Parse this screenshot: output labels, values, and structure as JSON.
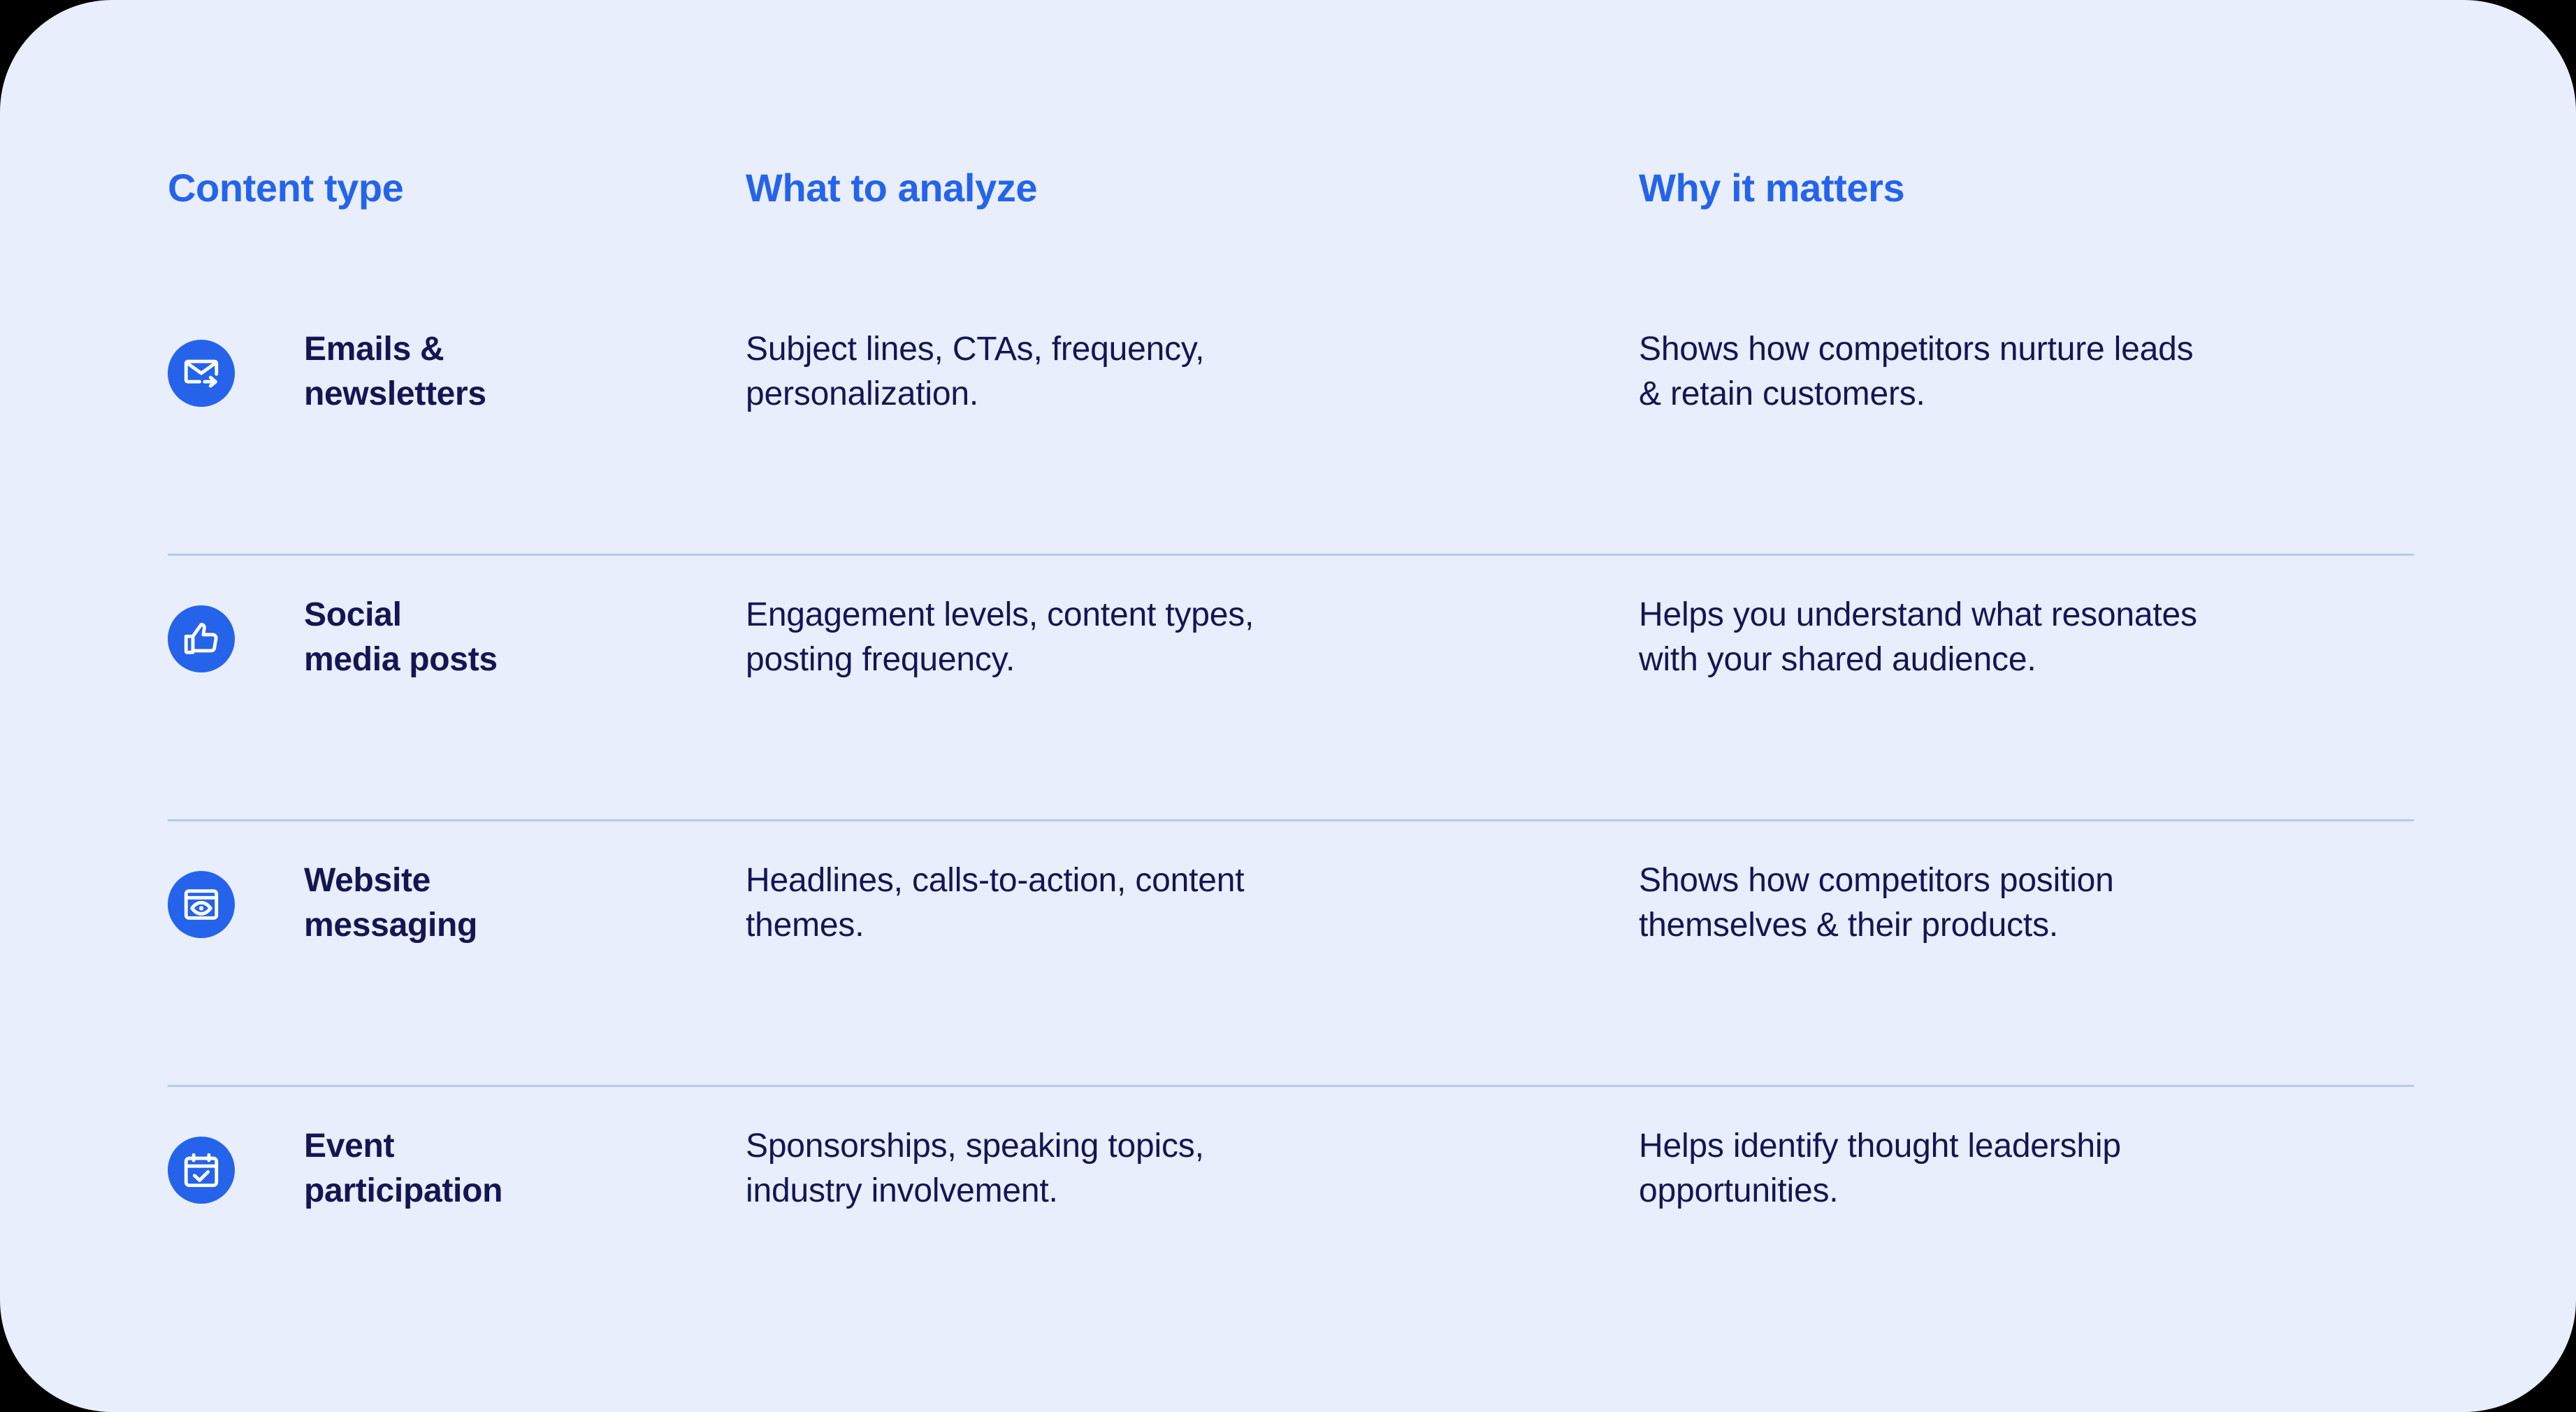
{
  "card": {
    "background_color": "#e8eefc",
    "accent_color": "#2563eb",
    "text_color": "#141652",
    "divider_color": "#b4cbf0"
  },
  "table": {
    "headers": {
      "content_type": "Content type",
      "what_to_analyze": "What to analyze",
      "why_it_matters": "Why it matters"
    },
    "rows": [
      {
        "icon": "mail-forward-icon",
        "label_line1": "Emails &",
        "label_line2": "newsletters",
        "analyze_line1": "Subject lines, CTAs, frequency,",
        "analyze_line2": "personalization.",
        "why_line1": "Shows how competitors nurture leads",
        "why_line2": "& retain customers."
      },
      {
        "icon": "thumbs-up-icon",
        "label_line1": "Social",
        "label_line2": "media posts",
        "analyze_line1": "Engagement levels, content types,",
        "analyze_line2": "posting frequency.",
        "why_line1": "Helps you understand what resonates",
        "why_line2": "with your shared audience."
      },
      {
        "icon": "browser-eye-icon",
        "label_line1": "Website",
        "label_line2": "messaging",
        "analyze_line1": "Headlines, calls-to-action, content",
        "analyze_line2": "themes.",
        "why_line1": "Shows how competitors position",
        "why_line2": "themselves & their products."
      },
      {
        "icon": "calendar-check-icon",
        "label_line1": "Event",
        "label_line2": "participation",
        "analyze_line1": "Sponsorships, speaking topics,",
        "analyze_line2": "industry involvement.",
        "why_line1": "Helps identify thought leadership",
        "why_line2": "opportunities."
      }
    ]
  }
}
